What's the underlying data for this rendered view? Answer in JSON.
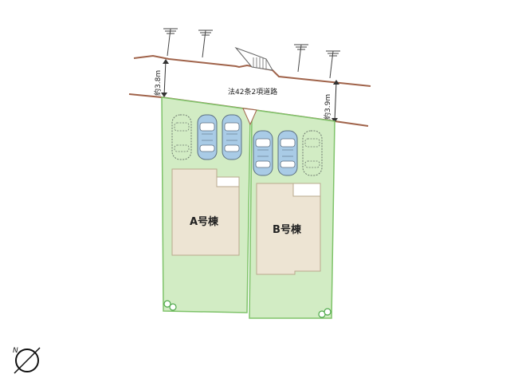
{
  "road": {
    "label": "法42条2項道路",
    "width_left": "約3.8m",
    "width_right": "約3.9m"
  },
  "buildings": [
    {
      "label": "A号棟"
    },
    {
      "label": "B号棟"
    }
  ],
  "colors": {
    "lot_green": "#d2ecc4",
    "lot_border": "#7fc36a",
    "boundary": "#a0634a",
    "building_fill": "#ede4d3",
    "building_border": "#b9a98c",
    "car_blue": "#a9cbe6",
    "car_outline_dashed": "#6f7a6f",
    "tree": "#4ea84a"
  },
  "icons": {
    "north_arrow": "north-arrow-icon",
    "utility_pole": "utility-pole-icon",
    "stairs": "stairs-icon",
    "car": "car-icon",
    "tree": "tree-icon"
  }
}
